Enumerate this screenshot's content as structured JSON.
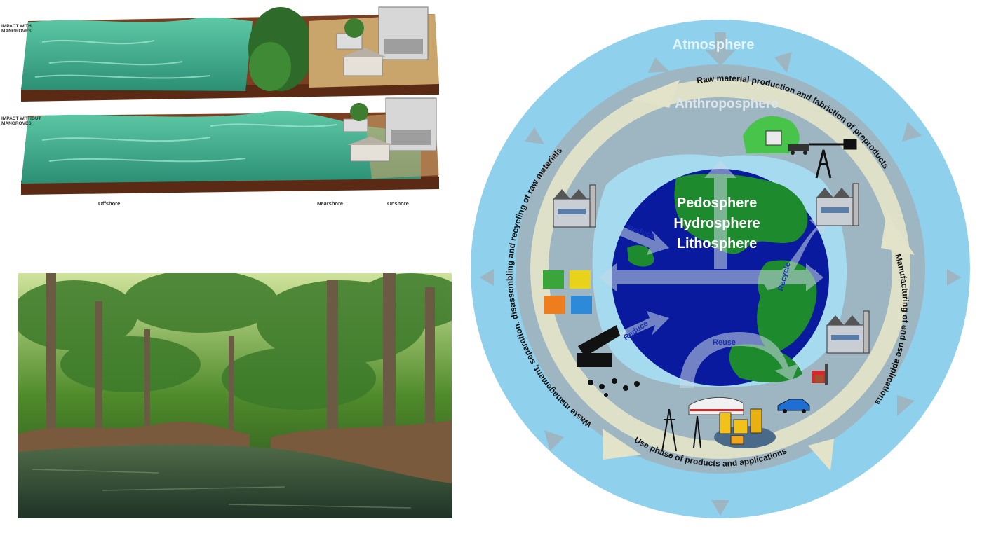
{
  "coast": {
    "labels": {
      "with": "IMPACT WITH MANGROVES",
      "without": "IMPACT WITHOUT MANGROVES"
    },
    "zones": {
      "offshore": "Offshore",
      "nearshore": "Nearshore",
      "onshore": "Onshore"
    },
    "colors": {
      "water": "#3fae8f",
      "soil": "#8a4a2a",
      "mangrove": "#2e6b2a"
    }
  },
  "cycle": {
    "atmosphere": "Atmosphere",
    "anthroposphere": "Anthroposphere",
    "spheres": [
      "Pedosphere",
      "Hydrosphere",
      "Lithosphere"
    ],
    "ring_labels": {
      "top": "Raw material production and fabriction of preproducts",
      "right": "Manufacturing of end use applications",
      "bottom": "Use phase of products and applications",
      "left": "Waste management, separation, disassembling and recycling of raw materials"
    },
    "flows": {
      "reduce_top": "Reduce",
      "reduce_bottom": "Reduce",
      "recycle": "Recycle",
      "reuse": "Reuse"
    },
    "icons": [
      "mine-icon",
      "oil-pump-icon",
      "factory-icon",
      "recycle-bins-icon",
      "landfill-truck-icon",
      "train-icon",
      "city-icon",
      "car-icon",
      "power-pylon-icon",
      "forklift-icon"
    ],
    "colors": {
      "atmosphere": "#8fd0ec",
      "anthroposphere": "#9eb5c2",
      "ring_arrow": "#e2e3c8",
      "ocean": "#0a1a9e",
      "land": "#1e8a2e",
      "flow_label": "#1c2fb3"
    }
  }
}
